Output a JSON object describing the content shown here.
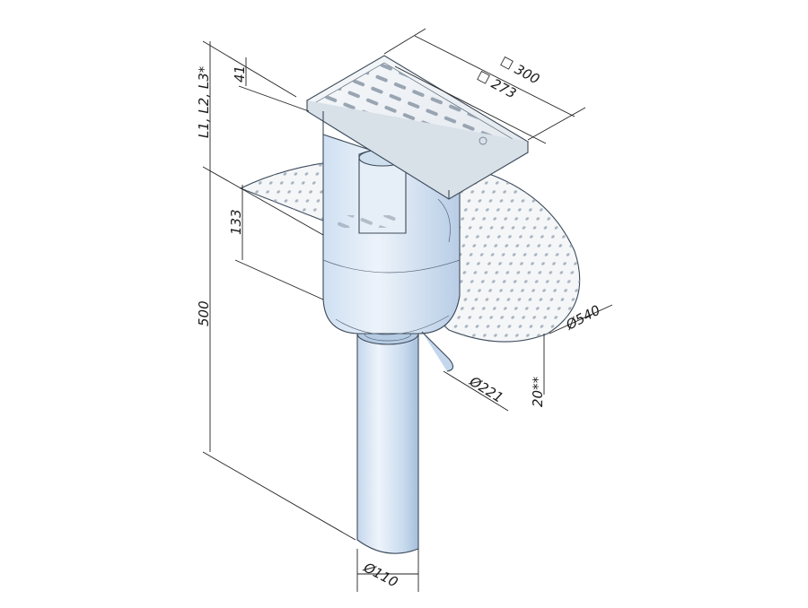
{
  "dimensions": {
    "frame_outer": "300",
    "frame_inner": "273",
    "grate_height": "41",
    "heights_label": "L1, L2, L3*",
    "upper_height": "133",
    "total_height": "500",
    "flange_diameter": "Ø540",
    "body_diameter": "Ø221",
    "flange_offset": "20**",
    "outlet_diameter": "Ø110"
  },
  "colors": {
    "metal_light": "#f1f4f8",
    "metal_mid": "#dfe6ee",
    "body_light": "#dde9f6",
    "body_mid": "#c6d8ec",
    "body_dark": "#a9c1dc",
    "line": "#3c4a5a"
  },
  "icons": {
    "square_symbol": "square-outline-icon",
    "diameter_symbol": "diameter-icon"
  }
}
